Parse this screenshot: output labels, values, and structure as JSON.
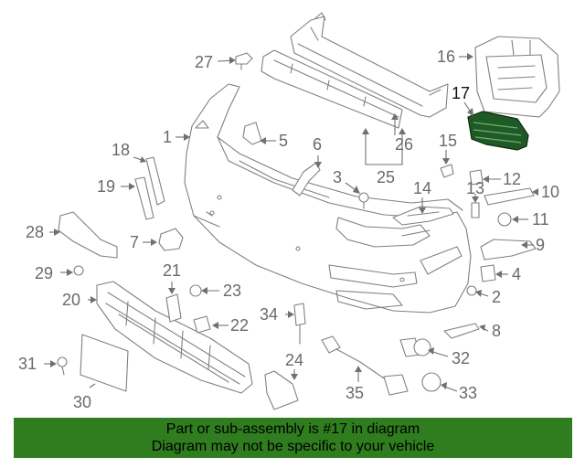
{
  "callouts": {
    "c1": "1",
    "c2": "2",
    "c3": "3",
    "c4": "4",
    "c5": "5",
    "c6": "6",
    "c7": "7",
    "c8": "8",
    "c9": "9",
    "c10": "10",
    "c11": "11",
    "c12": "12",
    "c13": "13",
    "c14": "14",
    "c15": "15",
    "c16": "16",
    "c17": "17",
    "c18": "18",
    "c19": "19",
    "c20": "20",
    "c21": "21",
    "c22": "22",
    "c23": "23",
    "c24": "24",
    "c25": "25",
    "c26": "26",
    "c27": "27",
    "c28": "28",
    "c29": "29",
    "c30": "30",
    "c31": "31",
    "c32": "32",
    "c33": "33",
    "c34": "34",
    "c35": "35"
  },
  "highlighted_part": "17",
  "colors": {
    "highlight": "#1f5a26",
    "banner": "#2f7d1e",
    "line": "#808080"
  },
  "banner": {
    "line1": "Part or sub-assembly is #17 in diagram",
    "line2": "Diagram may not be specific to your vehicle"
  }
}
